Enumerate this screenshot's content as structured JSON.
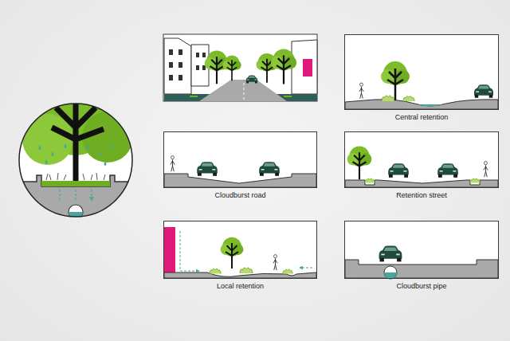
{
  "diagram": {
    "nodes": [
      {
        "text": [
          "Central retention"
        ]
      },
      {
        "text": [
          "Cloudburst road"
        ]
      },
      {
        "text": [
          "Retention street"
        ]
      },
      {
        "text": [
          "Local retention"
        ]
      },
      {
        "text": [
          "Cloudburst pipe"
        ]
      }
    ]
  }
}
